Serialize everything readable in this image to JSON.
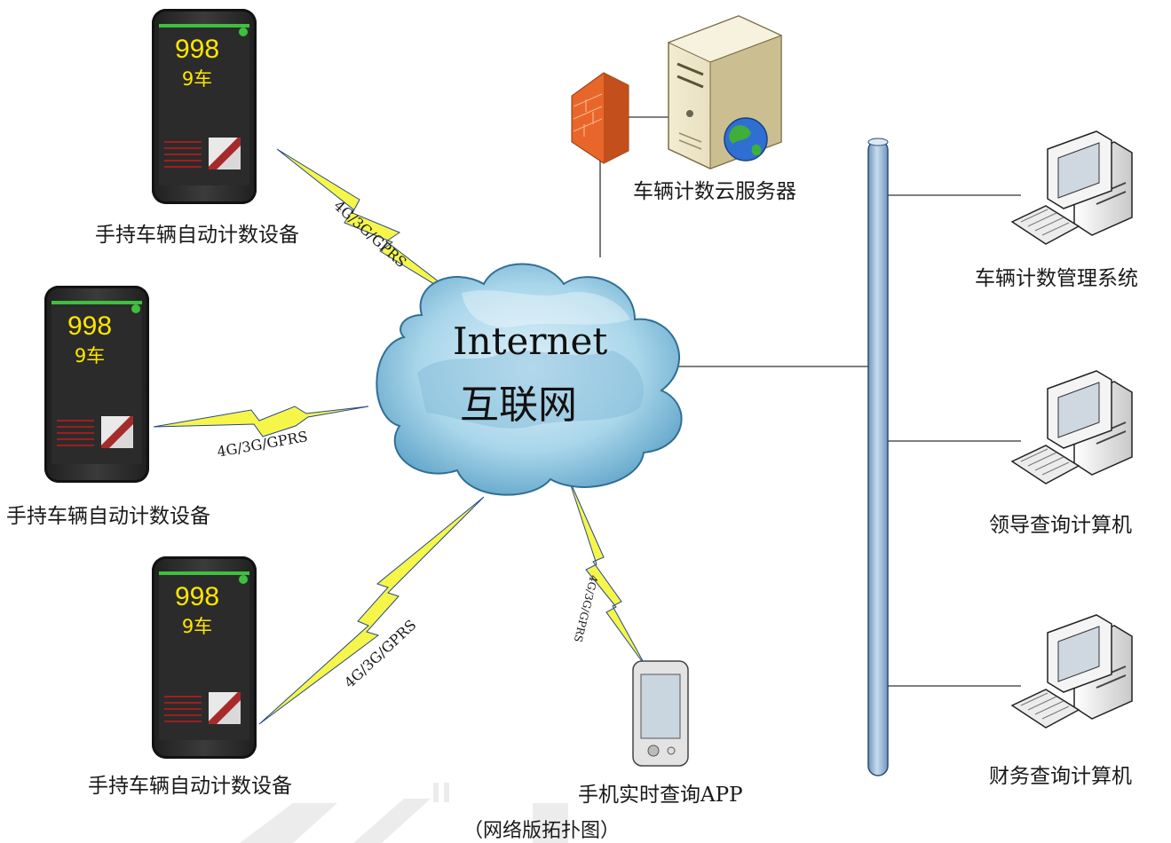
{
  "cloud": {
    "line1": "Internet",
    "line2": "互联网"
  },
  "server": {
    "label": "车辆计数云服务器"
  },
  "devices": {
    "display_count": "998",
    "display_vehicle": "9车",
    "label": "手持车辆自动计数设备"
  },
  "links": {
    "wireless": "4G/3G/GPRS"
  },
  "mobile_app": {
    "label": "手机实时查询APP"
  },
  "computers": [
    {
      "label": "车辆计数管理系统"
    },
    {
      "label": "领导查询计算机"
    },
    {
      "label": "财务查询计算机"
    }
  ],
  "caption": "（网络版拓扑图）",
  "colors": {
    "cloud": "#a9d6ea",
    "bus": "#a8c4de",
    "bolt": "#f6f64a",
    "firewall": "#f07a2e"
  }
}
